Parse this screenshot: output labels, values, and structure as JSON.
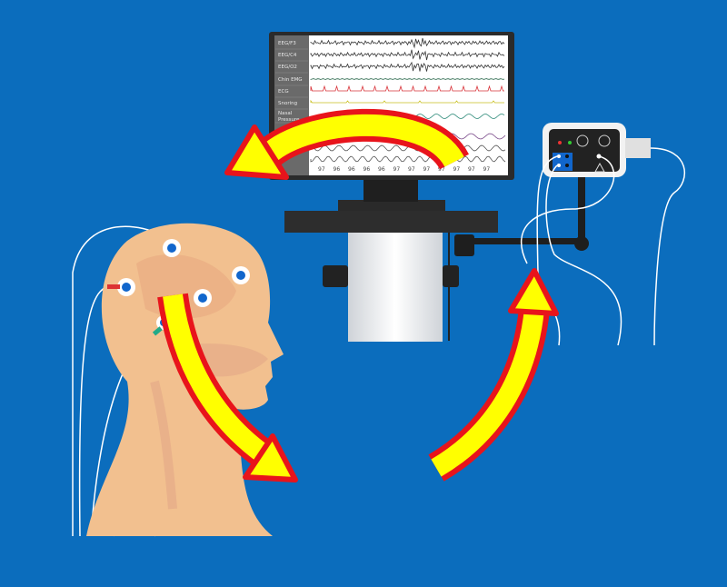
{
  "colors": {
    "background": "#0b6dbd",
    "skin": "#f2c08f",
    "arrow_fill": "#ffff00",
    "arrow_outline": "#e8141b",
    "monitor_frame": "#2b2b2b"
  },
  "monitor": {
    "channels": [
      {
        "label": "EEG/F3",
        "color": "#333333"
      },
      {
        "label": "EEG/C4",
        "color": "#333333"
      },
      {
        "label": "EEG/O2",
        "color": "#333333"
      },
      {
        "label": "Chin EMG",
        "color": "#2e6b4f"
      },
      {
        "label": "ECG",
        "color": "#d9343a"
      },
      {
        "label": "Snoring",
        "color": "#c9c020"
      },
      {
        "label": "Nasal Pressure",
        "color": "#2e8b7a"
      }
    ],
    "spo2_values": [
      "97",
      "96",
      "96",
      "96",
      "96",
      "97",
      "97",
      "97",
      "97",
      "97",
      "97",
      "97"
    ]
  },
  "arrows": [
    {
      "name": "monitor-to-patient-arrow",
      "direction": "left"
    },
    {
      "name": "patient-to-down-arrow",
      "direction": "down"
    },
    {
      "name": "up-to-device-arrow",
      "direction": "up"
    }
  ]
}
